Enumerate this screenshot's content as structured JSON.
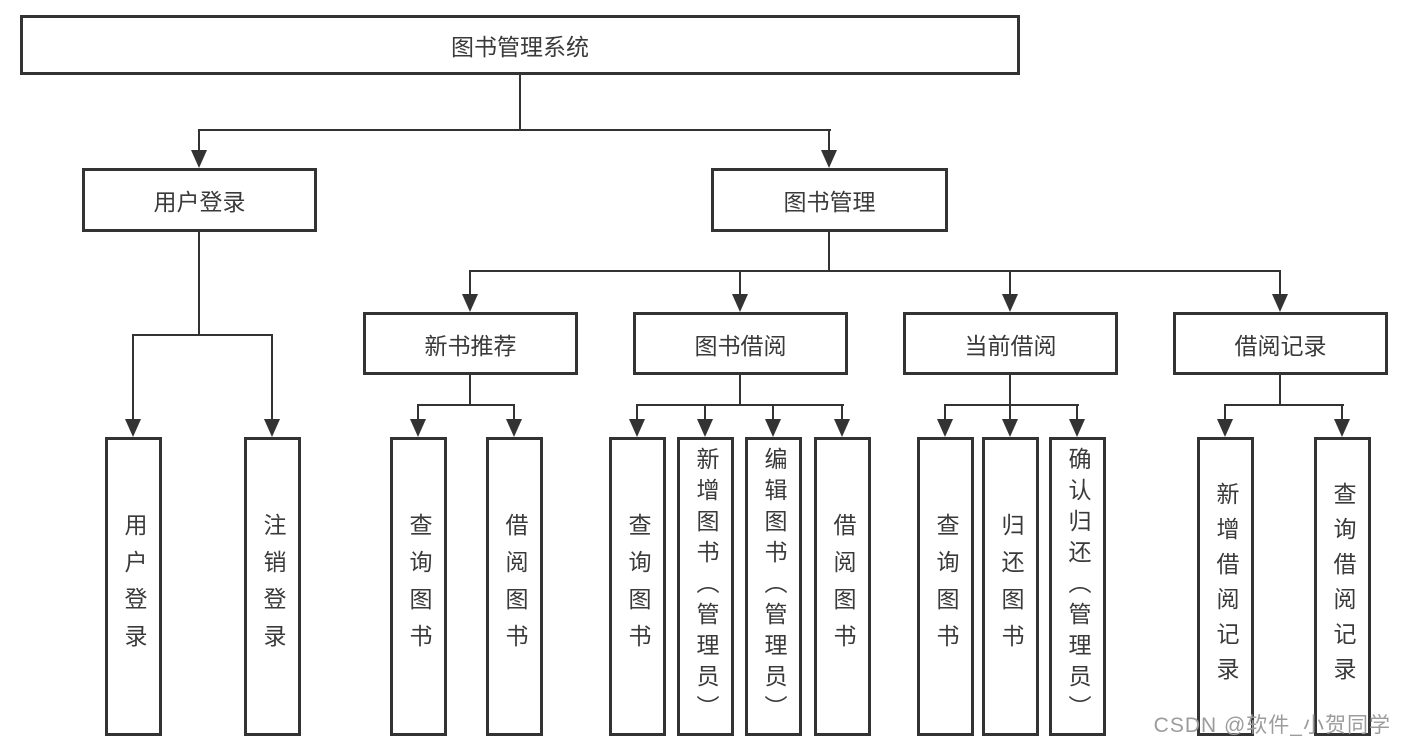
{
  "diagram": {
    "root": {
      "label": "图书管理系统"
    },
    "level2": [
      {
        "label": "用户登录",
        "leaves": [
          {
            "label": "用户登录"
          },
          {
            "label": "注销登录"
          }
        ]
      },
      {
        "label": "图书管理",
        "children": [
          {
            "label": "新书推荐",
            "leaves": [
              {
                "label": "查询图书"
              },
              {
                "label": "借阅图书"
              }
            ]
          },
          {
            "label": "图书借阅",
            "leaves": [
              {
                "label": "查询图书"
              },
              {
                "label": "新增图书（管理员）"
              },
              {
                "label": "编辑图书（管理员）"
              },
              {
                "label": "借阅图书"
              }
            ]
          },
          {
            "label": "当前借阅",
            "leaves": [
              {
                "label": "查询图书"
              },
              {
                "label": "归还图书"
              },
              {
                "label": "确认归还（管理员）"
              }
            ]
          },
          {
            "label": "借阅记录",
            "leaves": [
              {
                "label": "新增借阅记录"
              },
              {
                "label": "查询借阅记录"
              }
            ]
          }
        ]
      }
    ]
  },
  "watermark": {
    "text": "CSDN @软件_小贺同学",
    "color": "#9c9c9c"
  },
  "colors": {
    "line": "#333333",
    "box_border": "#333333",
    "text": "#3a3a3a",
    "background": "#ffffff"
  }
}
